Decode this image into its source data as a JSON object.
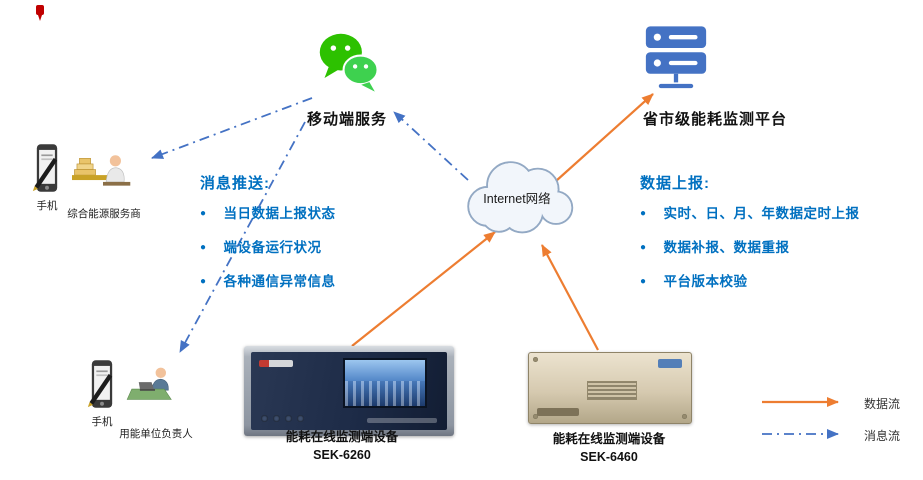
{
  "nodes": {
    "mobile_service": {
      "label": "移动端服务"
    },
    "platform": {
      "label": "省市级能耗监测平台"
    },
    "internet": {
      "label": "Internet网络"
    },
    "service_provider": {
      "phone": "手机",
      "role": "综合能源服务商"
    },
    "energy_unit_manager": {
      "phone": "手机",
      "role": "用能单位负责人"
    },
    "device_6260": {
      "name": "能耗在线监测端设备",
      "model": "SEK-6260"
    },
    "device_6460": {
      "name": "能耗在线监测端设备",
      "model": "SEK-6460"
    }
  },
  "message_push": {
    "title": "消息推送:",
    "items": [
      "当日数据上报状态",
      "端设备运行状况",
      "各种通信异常信息"
    ]
  },
  "data_report": {
    "title": "数据上报:",
    "items": [
      "实时、日、月、年数据定时上报",
      "数据补报、数据重报",
      "平台版本校验"
    ]
  },
  "legend": {
    "data_flow": "数据流",
    "message_flow": "消息流"
  },
  "icons": {
    "wechat": "wechat-icon",
    "server": "server-platform-icon",
    "cloud": "internet-cloud-icon",
    "phone": "smartphone-icon",
    "person_desk": "person-at-desk-icon",
    "pin": "red-pin-icon"
  },
  "colors": {
    "data_flow": "#ED7D31",
    "message_flow": "#4472C4",
    "highlight_text": "#0070C0",
    "wechat_green": "#2DC100",
    "platform_blue": "#4472C4"
  }
}
